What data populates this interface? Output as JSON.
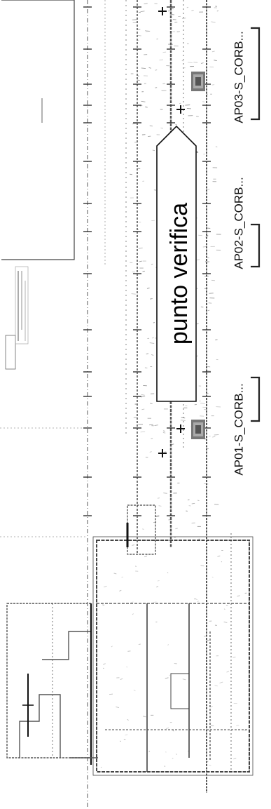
{
  "callout": {
    "text": "punto verifica"
  },
  "anchor_labels": [
    {
      "id": "ap01",
      "text": "AP01-S_CORB..."
    },
    {
      "id": "ap02",
      "text": "AP02-S_CORB..."
    },
    {
      "id": "ap03",
      "text": "AP03-S_CORB..."
    }
  ],
  "colors": {
    "line": "#555555",
    "dark": "#111111",
    "paper": "#ffffff"
  }
}
